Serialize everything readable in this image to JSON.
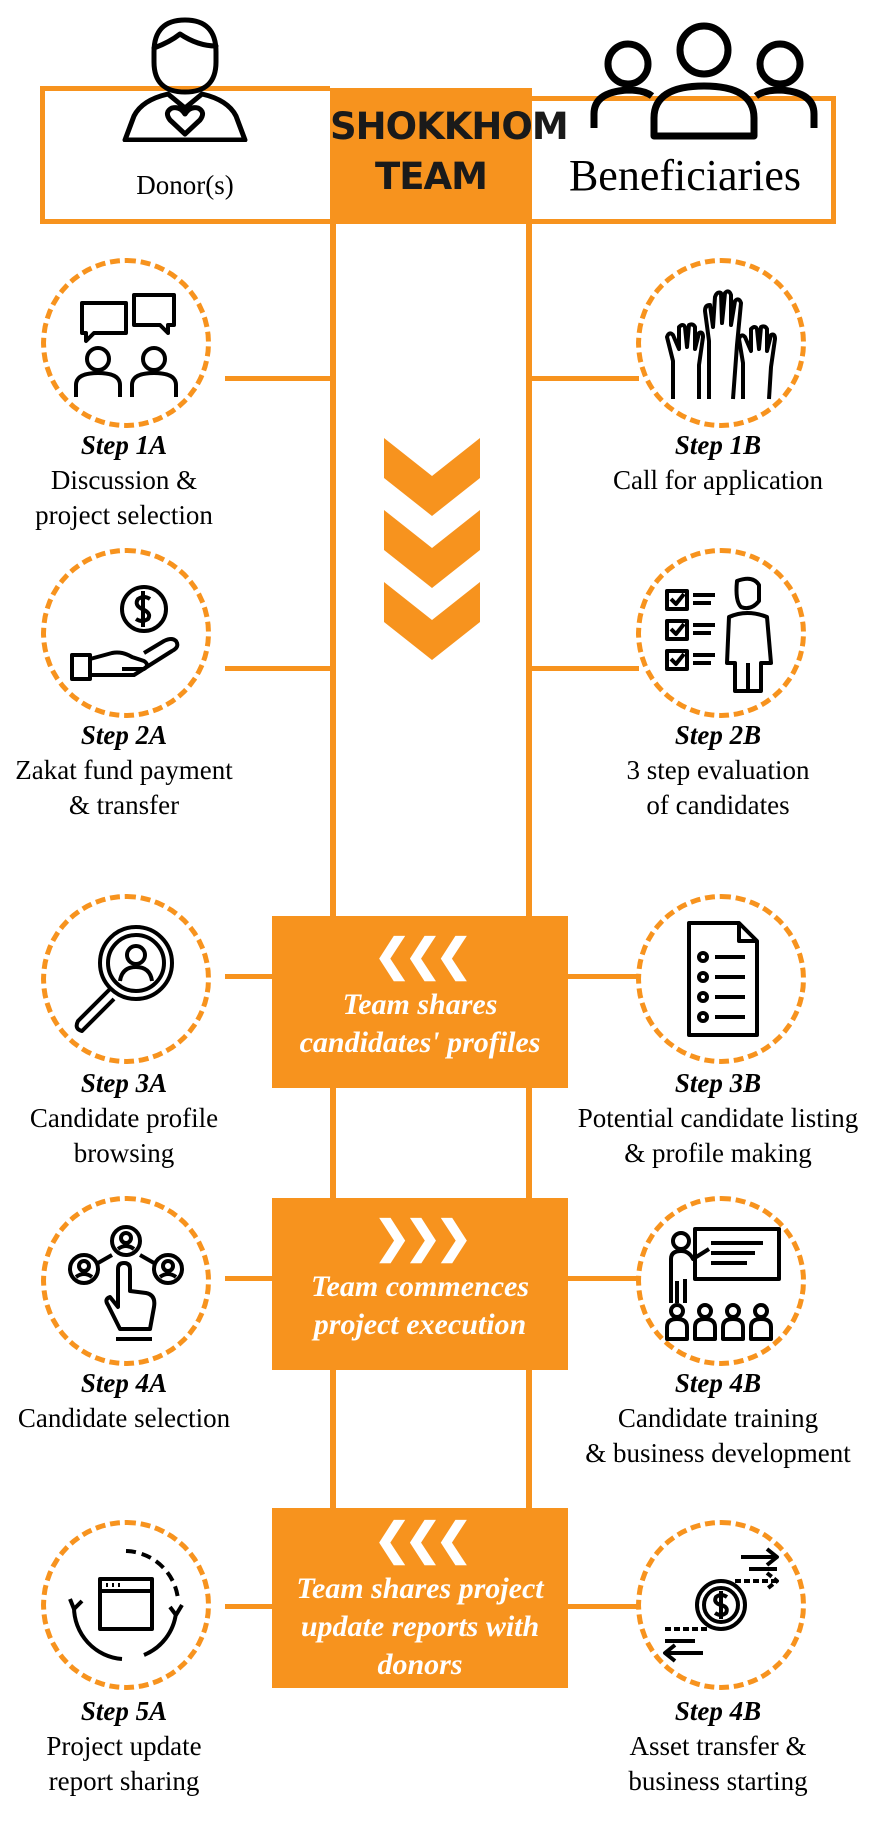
{
  "header": {
    "team_line1": "SHOKKHOM",
    "team_line2": "TEAM",
    "donor_label": "Donor(s)",
    "beneficiaries_label": "Beneficiaries",
    "donor_icon": "donor-heart-icon",
    "beneficiaries_icon": "people-group-icon"
  },
  "steps": {
    "s1a": {
      "step": "Step 1A",
      "line1": "Discussion &",
      "line2": "project selection",
      "icon": "discussion-icon"
    },
    "s1b": {
      "step": "Step 1B",
      "line1": "Call for application",
      "line2": "",
      "icon": "raised-hands-icon"
    },
    "s2a": {
      "step": "Step 2A",
      "line1": "Zakat fund payment",
      "line2": "& transfer",
      "icon": "coin-hand-icon"
    },
    "s2b": {
      "step": "Step 2B",
      "line1": "3 step evaluation",
      "line2": "of candidates",
      "icon": "checklist-person-icon"
    },
    "s3a": {
      "step": "Step 3A",
      "line1": "Candidate profile",
      "line2": "browsing",
      "icon": "magnifier-profile-icon"
    },
    "s3b": {
      "step": "Step 3B",
      "line1": "Potential candidate listing",
      "line2": "& profile making",
      "icon": "document-list-icon"
    },
    "s4a": {
      "step": "Step 4A",
      "line1": "Candidate selection",
      "line2": "",
      "icon": "selection-touch-icon"
    },
    "s4b": {
      "step": "Step 4B",
      "line1": "Candidate training",
      "line2": "& business development",
      "icon": "training-board-icon"
    },
    "s5a": {
      "step": "Step 5A",
      "line1": "Project update",
      "line2": "report sharing",
      "icon": "report-refresh-icon"
    },
    "s5b": {
      "step": "Step 4B",
      "line1": "Asset transfer &",
      "line2": "business starting",
      "icon": "money-transfer-icon"
    }
  },
  "boxes": {
    "b1": {
      "arrows": "❮❮❮",
      "line1": "Team shares",
      "line2": "candidates' profiles",
      "line3": ""
    },
    "b2": {
      "arrows": "❯❯❯",
      "line1": "Team commences",
      "line2": "project execution",
      "line3": ""
    },
    "b3": {
      "arrows": "❮❮❮",
      "line1": "Team shares project",
      "line2": "update reports with",
      "line3": "donors"
    }
  },
  "colors": {
    "accent": "#F7931E",
    "text": "#000000",
    "box_text": "#FFFFFF"
  }
}
